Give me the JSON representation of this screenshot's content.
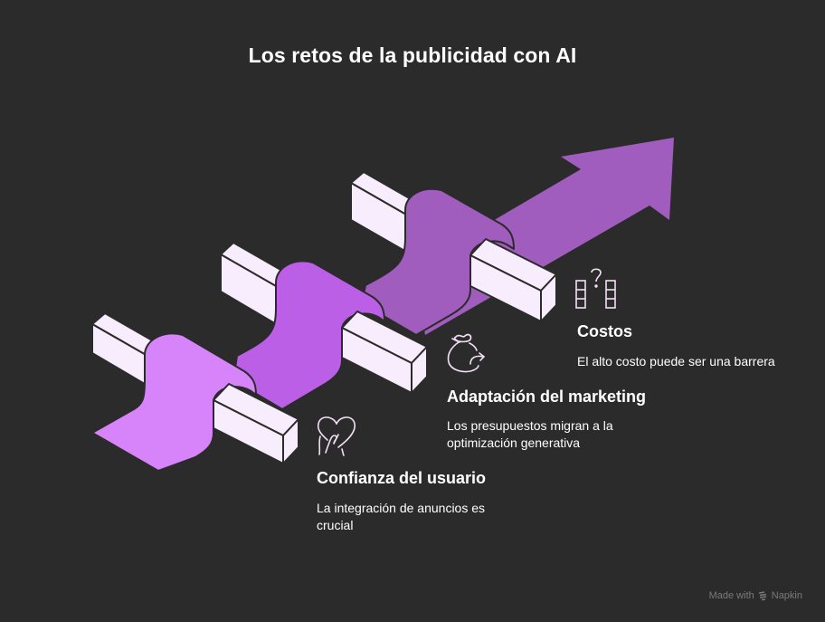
{
  "title": "Los retos de la publicidad con AI",
  "colors": {
    "background": "#2b2b2b",
    "ribbon_1": "#d784fb",
    "ribbon_2": "#bb5fe6",
    "ribbon_3": "#a05dbd",
    "block_fill": "#f8edfc",
    "outline": "#2b2b2b",
    "icon_stroke": "#f3dff6"
  },
  "steps": [
    {
      "heading": "Confianza del usuario",
      "description": "La integración de anuncios es crucial",
      "icon": "heart-hand-icon"
    },
    {
      "heading": "Adaptación del marketing",
      "description": "Los presupuestos migran a la optimización generativa",
      "icon": "money-bag-arrow-icon"
    },
    {
      "heading": "Costos",
      "description": "El alto costo puede ser una barrera",
      "icon": "question-blocks-icon"
    }
  ],
  "footer": {
    "made_with": "Made with",
    "brand": "Napkin"
  }
}
